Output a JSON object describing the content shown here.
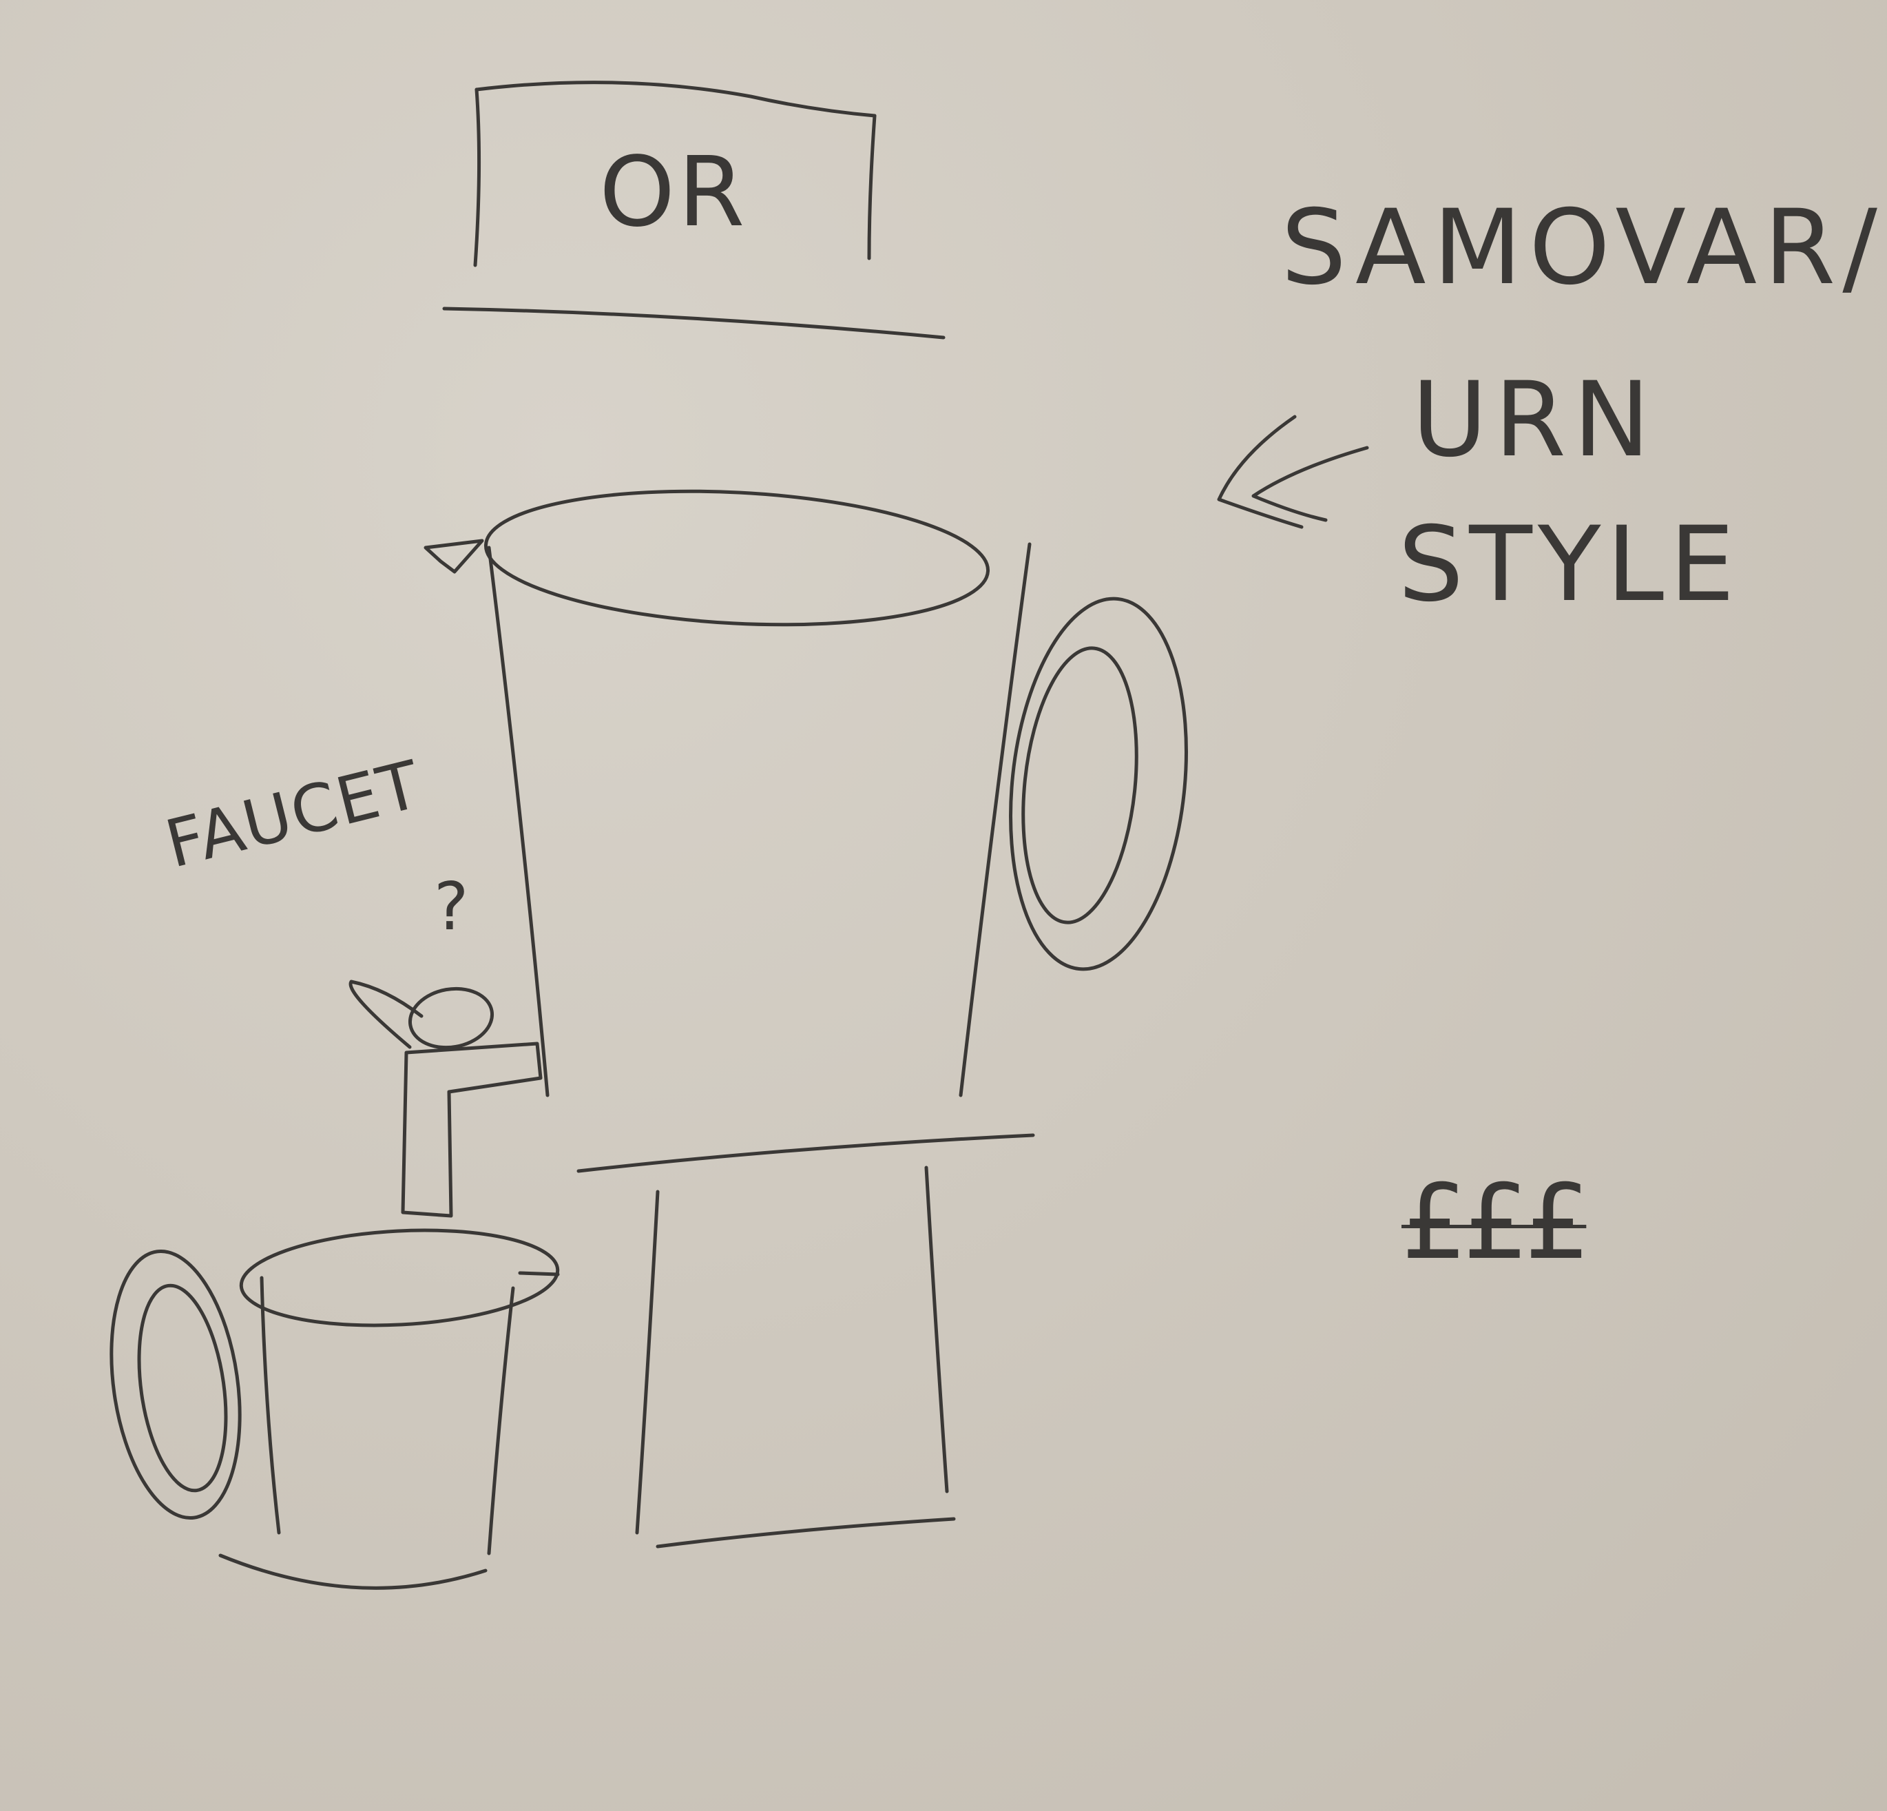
{
  "sketch": {
    "lid_box_label": "OR",
    "note_line1": "SAMOVAR/",
    "note_line2": "URN",
    "note_line3": "STYLE",
    "faucet_label": "FAUCET",
    "faucet_question": "?",
    "currency_note": "£££",
    "ink_color": "#3a3836",
    "paper_color": "#cdc7bd",
    "icons": [
      "arrow-left-icon",
      "urn-drawing",
      "mug-drawing",
      "faucet-drawing"
    ]
  }
}
